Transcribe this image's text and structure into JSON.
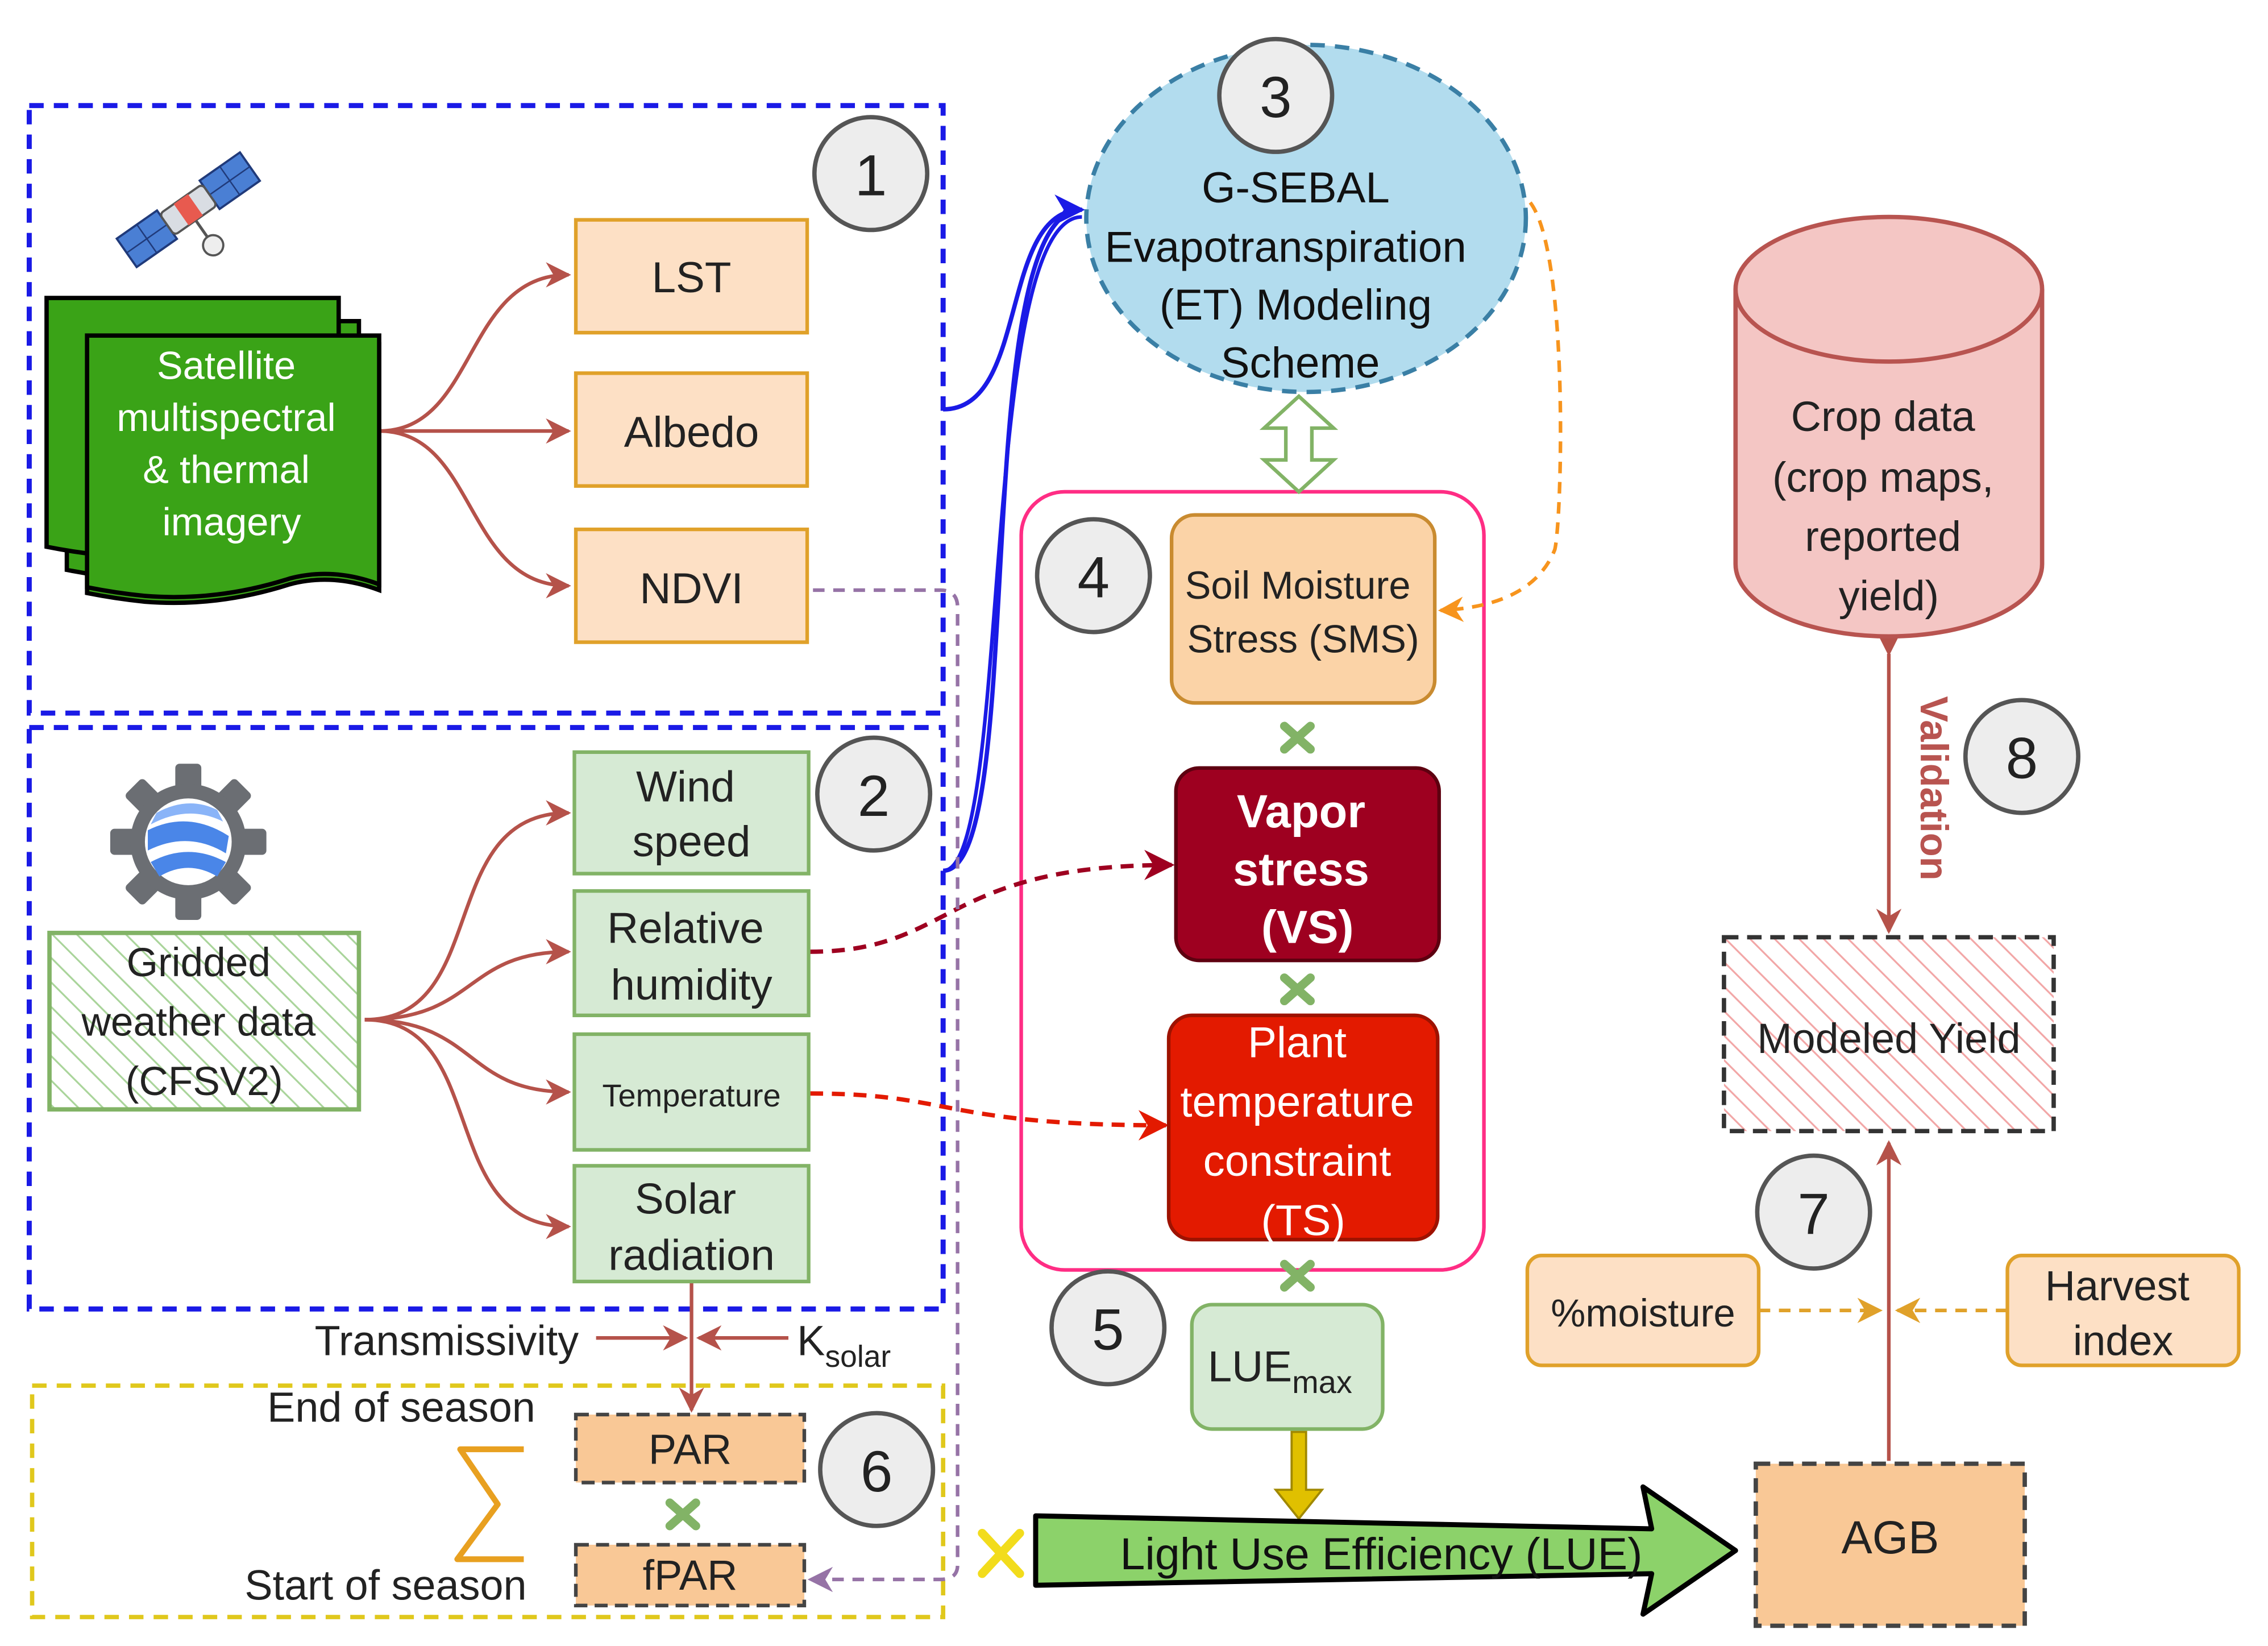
{
  "colors": {
    "blue_dash": "#1a1ae6",
    "red_arrow": "#b5524a",
    "orange_box_fill": "#fde0c5",
    "orange_box_stroke": "#e0a12a",
    "green_box_fill": "#d6ead4",
    "green_box_stroke": "#82b366",
    "pink_frame": "#ff2d84",
    "vapor_fill": "#9e0020",
    "plant_fill": "#e31a00",
    "et_fill": "#b2dcee",
    "et_stroke": "#3a7fa5",
    "crop_fill": "#f4c6c4",
    "crop_stroke": "#b85450",
    "purple_dash": "#9673a6",
    "orange_dash": "#f7941d",
    "yellow_dash": "#e0c81c",
    "lue_arrow_fill": "#8cd26a",
    "x_green": "#82b366",
    "x_yellow": "#f2dc1c",
    "satellite_green": "#3aa317"
  },
  "icons": {
    "satellite": "satellite-icon",
    "gee": "earth-engine-gear-icon",
    "sigma": "summation-sign"
  },
  "steps": [
    "1",
    "2",
    "3",
    "4",
    "5",
    "6",
    "7",
    "8"
  ],
  "satellite_source": {
    "lines": [
      "Satellite",
      "multispectral",
      "& thermal",
      "imagery"
    ]
  },
  "satellite_products": [
    "LST",
    "Albedo",
    "NDVI"
  ],
  "weather_source": {
    "lines": [
      "Gridded",
      "weather data",
      "(CFSV2)"
    ]
  },
  "weather_vars": {
    "wind_speed": [
      "Wind",
      "speed"
    ],
    "relative_humidity": [
      "Relative",
      "humidity"
    ],
    "temperature": "Temperature",
    "solar_radiation": [
      "Solar",
      "radiation"
    ]
  },
  "et_model": {
    "lines": [
      "G-SEBAL",
      "Evapotranspiration",
      "(ET) Modeling",
      "Scheme"
    ]
  },
  "stress_factors": {
    "sms": [
      "Soil Moisture",
      "Stress (SMS)"
    ],
    "vs": [
      "Vapor",
      "stress",
      "(VS)"
    ],
    "ts": [
      "Plant",
      "temperature",
      "constraint",
      "(TS)"
    ]
  },
  "lue_max": {
    "main": "LUE",
    "sub": "max"
  },
  "par_block": {
    "transmissivity": "Transmissivity",
    "k_main": "K",
    "k_sub": "solar",
    "end_of_season": "End of season",
    "start_of_season": "Start of season",
    "par": "PAR",
    "fpar": "fPAR"
  },
  "lue_arrow_label": "Light Use Efficiency (LUE)",
  "agb_label": "AGB",
  "moisture_label": "%moisture",
  "harvest_index": [
    "Harvest",
    "index"
  ],
  "modeled_yield": "Modeled Yield",
  "crop_data": {
    "lines": [
      "Crop data",
      "(crop maps,",
      "reported",
      "yield)"
    ]
  },
  "validation_label": "Validation"
}
